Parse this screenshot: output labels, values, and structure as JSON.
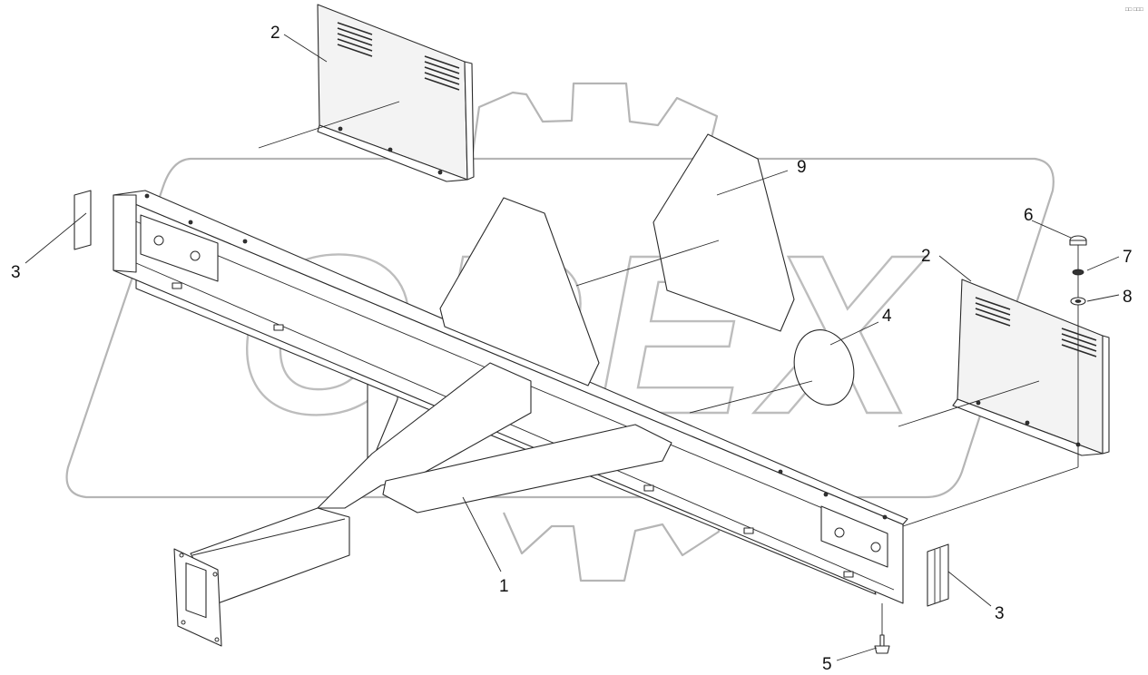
{
  "figure": {
    "callouts": [
      {
        "id": "c1",
        "label": "1"
      },
      {
        "id": "c2a",
        "label": "2"
      },
      {
        "id": "c2b",
        "label": "2"
      },
      {
        "id": "c3a",
        "label": "3"
      },
      {
        "id": "c3b",
        "label": "3"
      },
      {
        "id": "c4",
        "label": "4"
      },
      {
        "id": "c5",
        "label": "5"
      },
      {
        "id": "c6",
        "label": "6"
      },
      {
        "id": "c7",
        "label": "7"
      },
      {
        "id": "c8",
        "label": "8"
      }
    ],
    "corner_mark": "□□ □□□",
    "watermark_text": "OPEX"
  }
}
